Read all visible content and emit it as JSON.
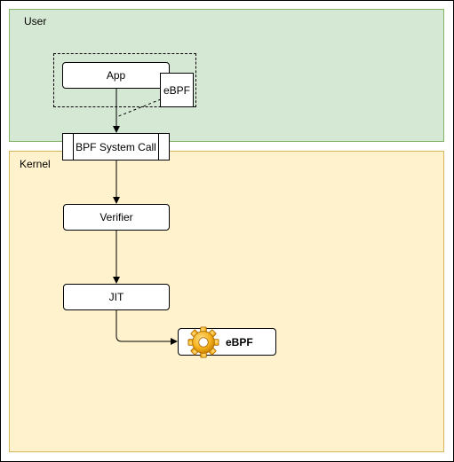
{
  "zones": {
    "user": "User",
    "kernel": "Kernel"
  },
  "nodes": {
    "app": "App",
    "ebpf_user": "eBPF",
    "syscall": "BPF System Call",
    "verifier": "Verifier",
    "jit": "JIT",
    "ebpf_program": "eBPF"
  },
  "icons": {
    "program": "gear-icon"
  },
  "colors": {
    "user_fill": "#d5e8d4",
    "user_stroke": "#82b366",
    "kernel_fill": "#fff2cc",
    "kernel_stroke": "#d6b656",
    "gear": "#f0a30a"
  }
}
